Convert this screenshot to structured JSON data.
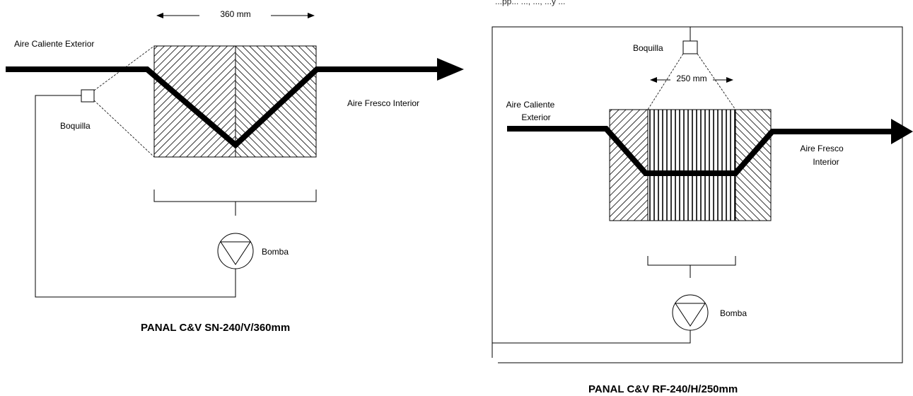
{
  "left_diagram": {
    "dimension_label": "360 mm",
    "inlet_label": "Aire Caliente Exterior",
    "outlet_label": "Aire Fresco Interior",
    "nozzle_label": "Boquilla",
    "pump_label": "Bomba",
    "title": "PANAL C&V SN-240/V/360mm"
  },
  "right_diagram": {
    "header_fragment": "...pp... ..., ..., ...y ...",
    "nozzle_label": "Boquilla",
    "dimension_label": "250 mm",
    "inlet_label_line1": "Aire Caliente",
    "inlet_label_line2": "Exterior",
    "outlet_label_line1": "Aire Fresco",
    "outlet_label_line2": "Interior",
    "pump_label": "Bomba",
    "title": "PANAL C&V RF-240/H/250mm"
  }
}
